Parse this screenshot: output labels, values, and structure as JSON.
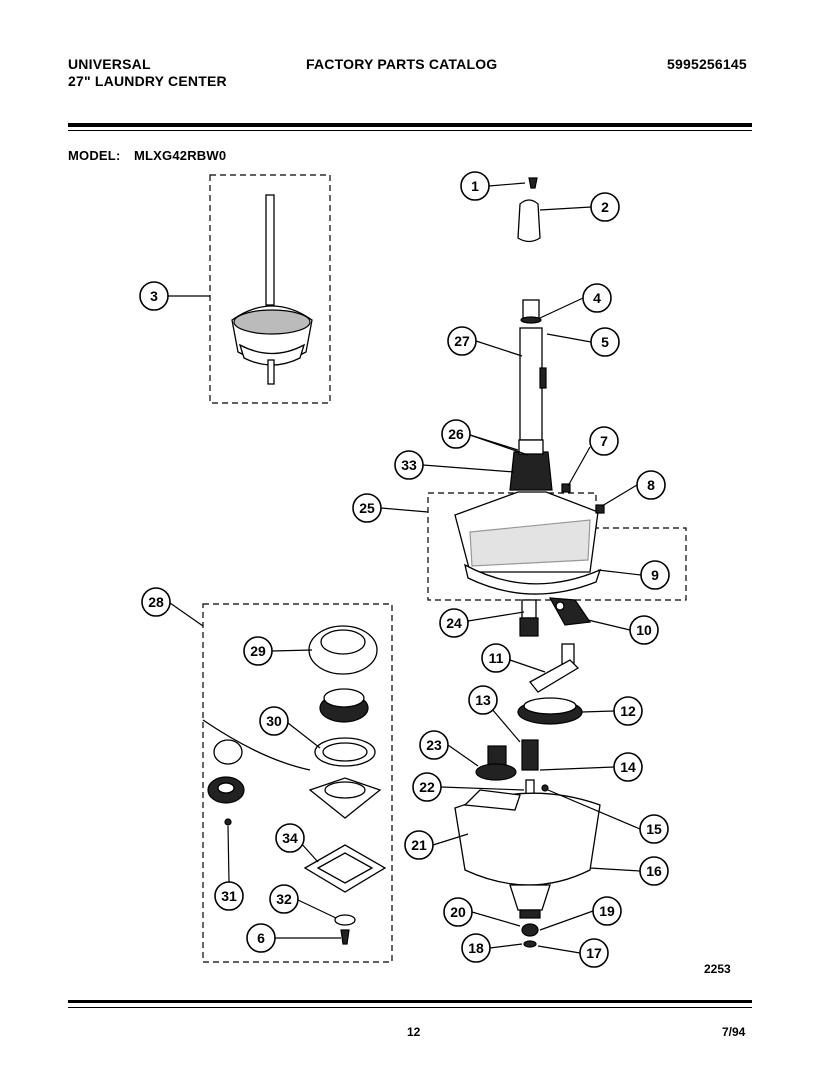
{
  "header": {
    "brand": "UNIVERSAL",
    "product": "27\" LAUNDRY CENTER",
    "catalog_title": "FACTORY PARTS CATALOG",
    "catalog_number": "5995256145",
    "model_label": "MODEL:",
    "model_number": "MLXG42RBW0"
  },
  "diagram": {
    "callouts": [
      "1",
      "2",
      "3",
      "4",
      "5",
      "6",
      "7",
      "8",
      "9",
      "10",
      "11",
      "12",
      "13",
      "14",
      "15",
      "16",
      "17",
      "18",
      "19",
      "20",
      "21",
      "22",
      "23",
      "24",
      "25",
      "26",
      "27",
      "28",
      "29",
      "30",
      "31",
      "32",
      "33",
      "34"
    ],
    "figure_number": "2253"
  },
  "footer": {
    "page_number": "12",
    "date": "7/94"
  }
}
